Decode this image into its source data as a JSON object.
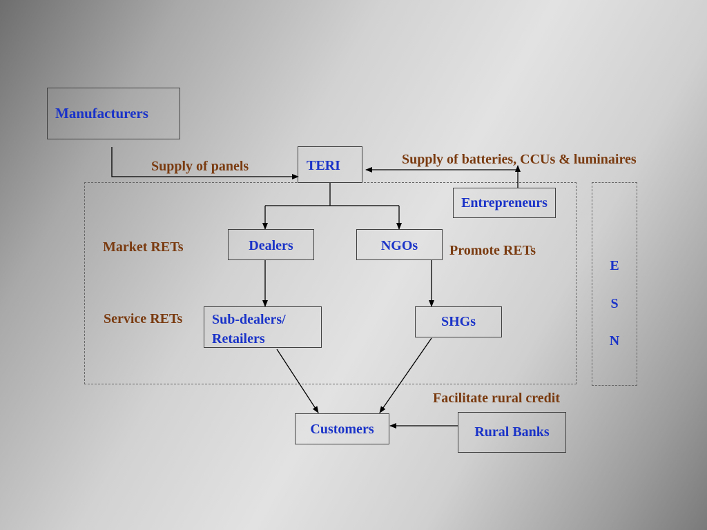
{
  "boxes": {
    "manufacturers": "Manufacturers",
    "teri": "TERI",
    "entrepreneurs": "Entrepreneurs",
    "dealers": "Dealers",
    "ngos": "NGOs",
    "sub_dealers_line1": "Sub-dealers/",
    "sub_dealers_line2": "Retailers",
    "shgs": "SHGs",
    "customers": "Customers",
    "rural_banks": "Rural Banks"
  },
  "labels": {
    "supply_panels": "Supply of panels",
    "supply_batteries": "Supply of batteries, CCUs & luminaires",
    "market_rets": "Market RETs",
    "promote_rets": "Promote RETs",
    "service_rets": "Service RETs",
    "facilitate_credit": "Facilitate rural credit"
  },
  "esn": {
    "e": "E",
    "s": "S",
    "n": "N"
  },
  "colors": {
    "box_text": "#1a33c8",
    "label_text": "#7a3b10",
    "border": "#404040"
  }
}
